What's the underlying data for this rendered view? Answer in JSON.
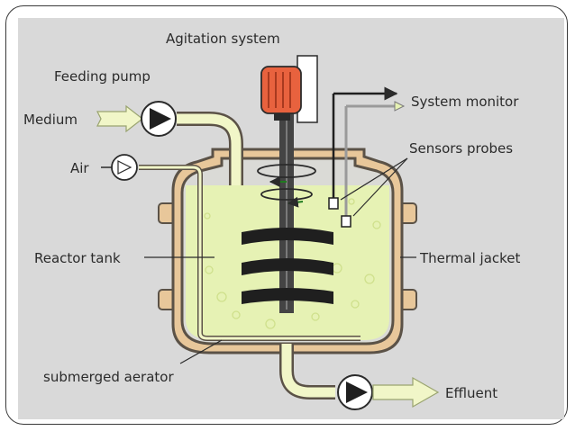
{
  "labels": {
    "agitation_system": "Agitation system",
    "feeding_pump": "Feeding pump",
    "medium": "Medium",
    "air": "Air",
    "system_monitor": "System monitor",
    "sensors_probes": "Sensors probes",
    "reactor_tank": "Reactor tank",
    "thermal_jacket": "Thermal jacket",
    "submerged_aerator": "submerged aerator",
    "effluent": "Effluent"
  },
  "colors": {
    "background": "#d9d9d9",
    "liquid": "#e6f2b4",
    "vessel_wall": "#5b5247",
    "jacket": "#e8c79a",
    "pipe_fill": "#f1f6c8",
    "motor": "#e8623e",
    "impeller": "#1f1f1f",
    "arrow_fill": "#f1f6c8"
  }
}
